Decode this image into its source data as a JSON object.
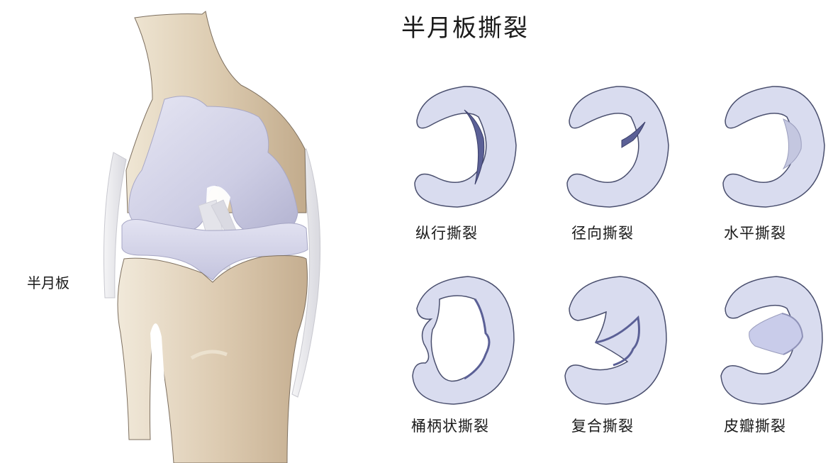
{
  "title": "半月板撕裂",
  "knee": {
    "label": "半月板"
  },
  "tears": [
    {
      "id": "longitudinal",
      "label": "纵行撕裂"
    },
    {
      "id": "radial",
      "label": "径向撕裂"
    },
    {
      "id": "horizontal",
      "label": "水平撕裂"
    },
    {
      "id": "bucket-handle",
      "label": "桶柄状撕裂"
    },
    {
      "id": "complex",
      "label": "复合撕裂"
    },
    {
      "id": "flap",
      "label": "皮瓣撕裂"
    }
  ],
  "colors": {
    "meniscus_fill": "#d9dcef",
    "meniscus_outline": "#4a4f6e",
    "tear_shadow": "#5b6096",
    "bone": "#d8c8ad",
    "bone_dark": "#bfa88a",
    "cartilage": "#cfcfe6",
    "ligament": "#e8e8ec"
  }
}
